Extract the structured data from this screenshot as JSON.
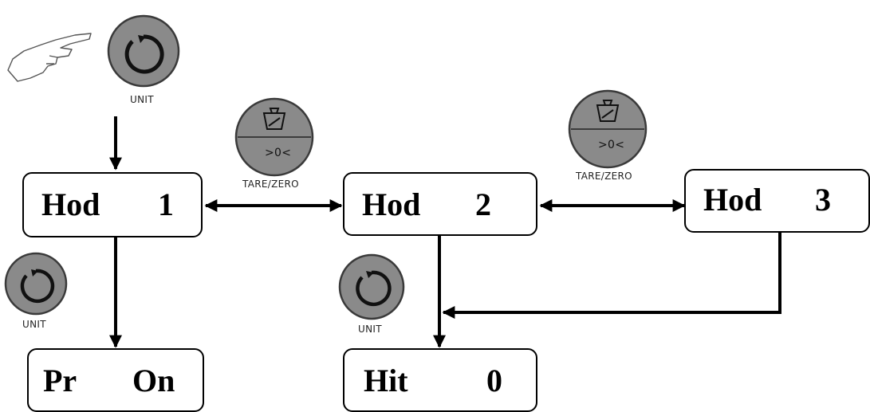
{
  "states": {
    "hod1": {
      "name": "Hod",
      "value": "1"
    },
    "hod2": {
      "name": "Hod",
      "value": "2"
    },
    "hod3": {
      "name": "Hod",
      "value": "3"
    },
    "pr": {
      "name": "Pr",
      "value": "On"
    },
    "hit": {
      "name": "Hit",
      "value": "0"
    }
  },
  "buttons": {
    "unit_label": "UNIT",
    "tare_zero_label": "TARE/ZERO",
    "zero_symbol": ">0<"
  },
  "colors": {
    "button_fill": "#8a8a8a",
    "line": "#000000"
  }
}
